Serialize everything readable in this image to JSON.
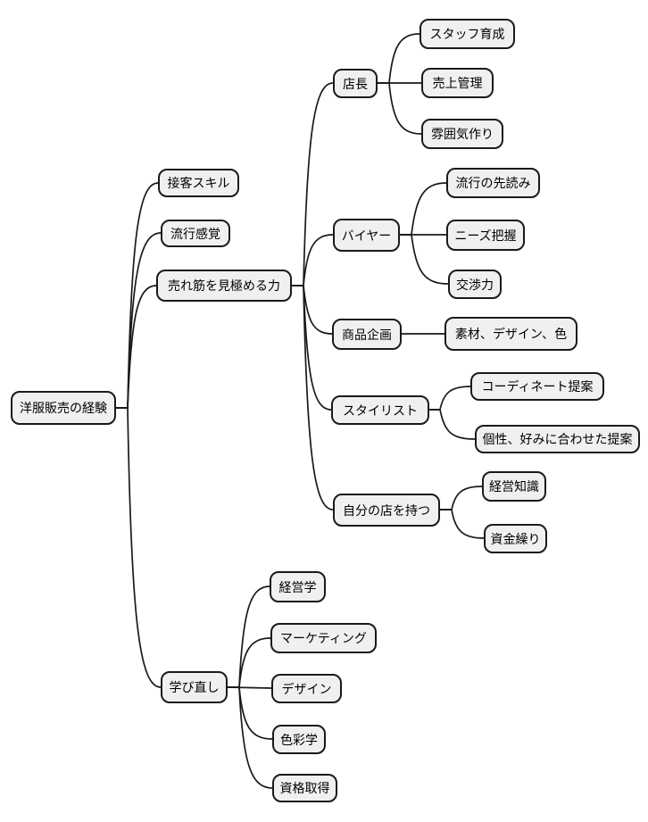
{
  "diagram": {
    "type": "mindmap",
    "background_color": "#ffffff",
    "node_fill_color": "#f0f0f0",
    "node_border_color": "#1a1a1a",
    "edge_color": "#1a1a1a",
    "text_color": "#000000"
  },
  "mindmap": {
    "root": {
      "label": "洋服販売の経験",
      "children": [
        {
          "label": "接客スキル",
          "children": []
        },
        {
          "label": "流行感覚",
          "children": []
        },
        {
          "label": "売れ筋を見極める力",
          "children": [
            {
              "label": "店長",
              "children": [
                {
                  "label": "スタッフ育成"
                },
                {
                  "label": "売上管理"
                },
                {
                  "label": "雰囲気作り"
                }
              ]
            },
            {
              "label": "バイヤー",
              "children": [
                {
                  "label": "流行の先読み"
                },
                {
                  "label": "ニーズ把握"
                },
                {
                  "label": "交渉力"
                }
              ]
            },
            {
              "label": "商品企画",
              "children": [
                {
                  "label": "素材、デザイン、色"
                }
              ]
            },
            {
              "label": "スタイリスト",
              "children": [
                {
                  "label": "コーディネート提案"
                },
                {
                  "label": "個性、好みに合わせた提案"
                }
              ]
            },
            {
              "label": "自分の店を持つ",
              "children": [
                {
                  "label": "経営知識"
                },
                {
                  "label": "資金繰り"
                }
              ]
            }
          ]
        },
        {
          "label": "学び直し",
          "children": [
            {
              "label": "経営学"
            },
            {
              "label": "マーケティング"
            },
            {
              "label": "デザイン"
            },
            {
              "label": "色彩学"
            },
            {
              "label": "資格取得"
            }
          ]
        }
      ]
    }
  }
}
